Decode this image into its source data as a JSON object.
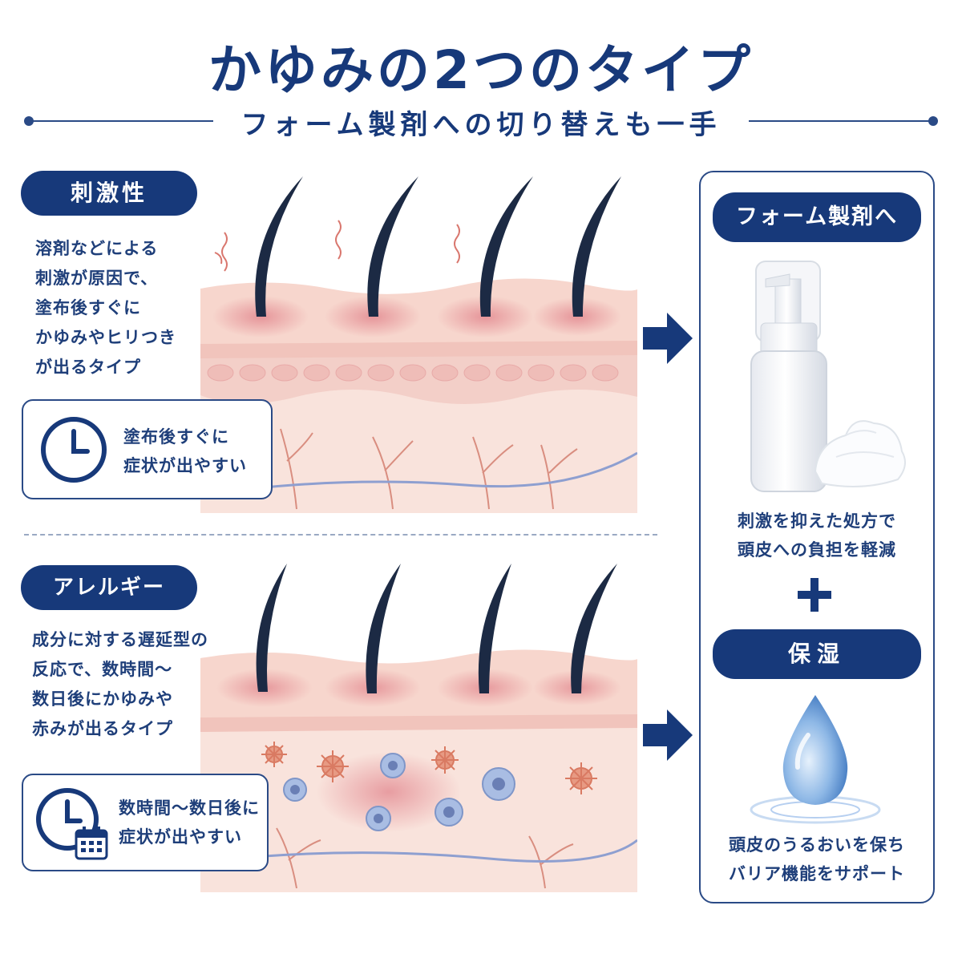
{
  "header": {
    "title": "かゆみの2つのタイプ",
    "subtitle": "フォーム製剤への切り替えも一手"
  },
  "irritant": {
    "label": "刺激性",
    "description": [
      "溶剤などによる",
      "刺激が原因で、",
      "塗布後すぐに",
      "かゆみやヒリつき",
      "が出るタイプ"
    ],
    "note": [
      "塗布後すぐに",
      "症状が出やすい"
    ]
  },
  "allergy": {
    "label": "アレルギー",
    "description": [
      "成分に対する遅延型の",
      "反応で、数時間～",
      "数日後にかゆみや",
      "赤みが出るタイプ"
    ],
    "note": [
      "数時間～数日後に",
      "症状が出やすい"
    ]
  },
  "solution": {
    "foam_label": "フォーム製剤へ",
    "foam_text": [
      "刺激を抑えた処方で",
      "頭皮への負担を軽減"
    ],
    "plus": "+",
    "moist_label": "保湿",
    "moist_text": [
      "頭皮のうるおいを保ち",
      "バリア機能をサポート"
    ]
  },
  "icons": {
    "clock": "clock-icon",
    "calendar": "calendar-icon",
    "arrow": "arrow-right-icon",
    "foam_bottle": "foam-bottle-icon",
    "water_drop": "water-drop-icon"
  },
  "colors": {
    "navy": "#17397a",
    "skin": "#f6d9cf",
    "inflammation": "#e9a3a8",
    "vein": "#8e9fd0",
    "capillary": "#d98e80"
  }
}
